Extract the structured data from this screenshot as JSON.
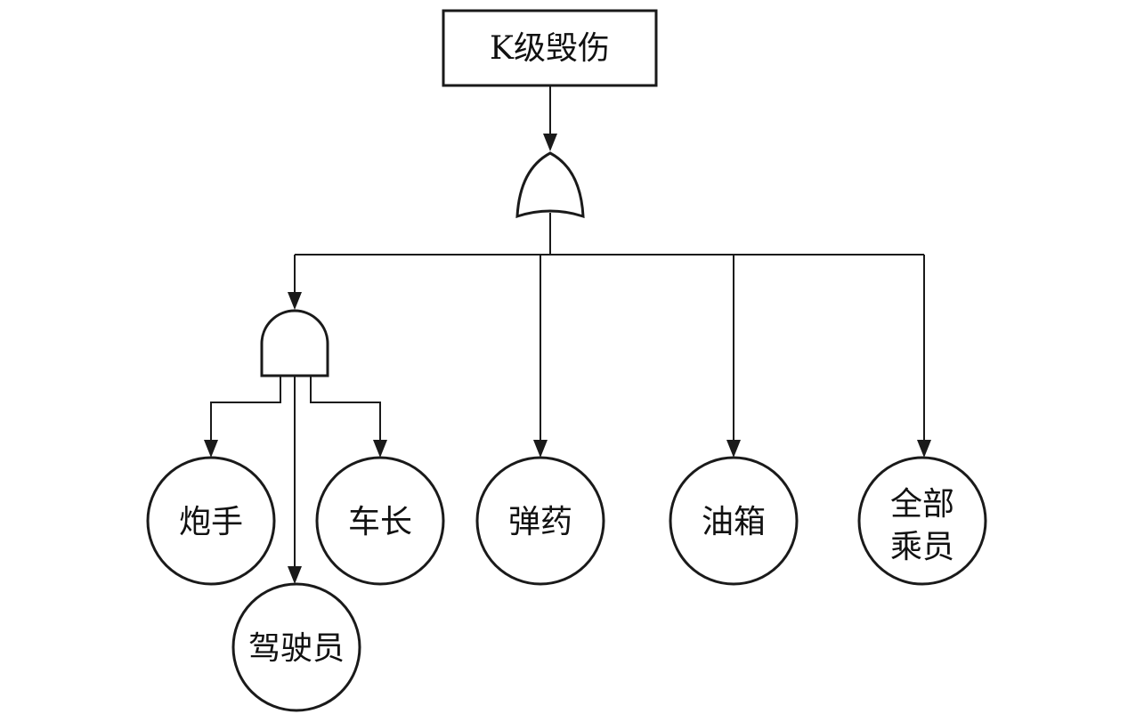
{
  "top_event": {
    "label": "K级毁伤"
  },
  "gates": {
    "top_gate_type": "OR",
    "sub_gate_type": "AND"
  },
  "events": {
    "gunner": "炮手",
    "driver": "驾驶员",
    "commander": "车长",
    "ammunition": "弹药",
    "fuel_tank": "油箱",
    "all_crew_line1": "全部",
    "all_crew_line2": "乘员"
  }
}
